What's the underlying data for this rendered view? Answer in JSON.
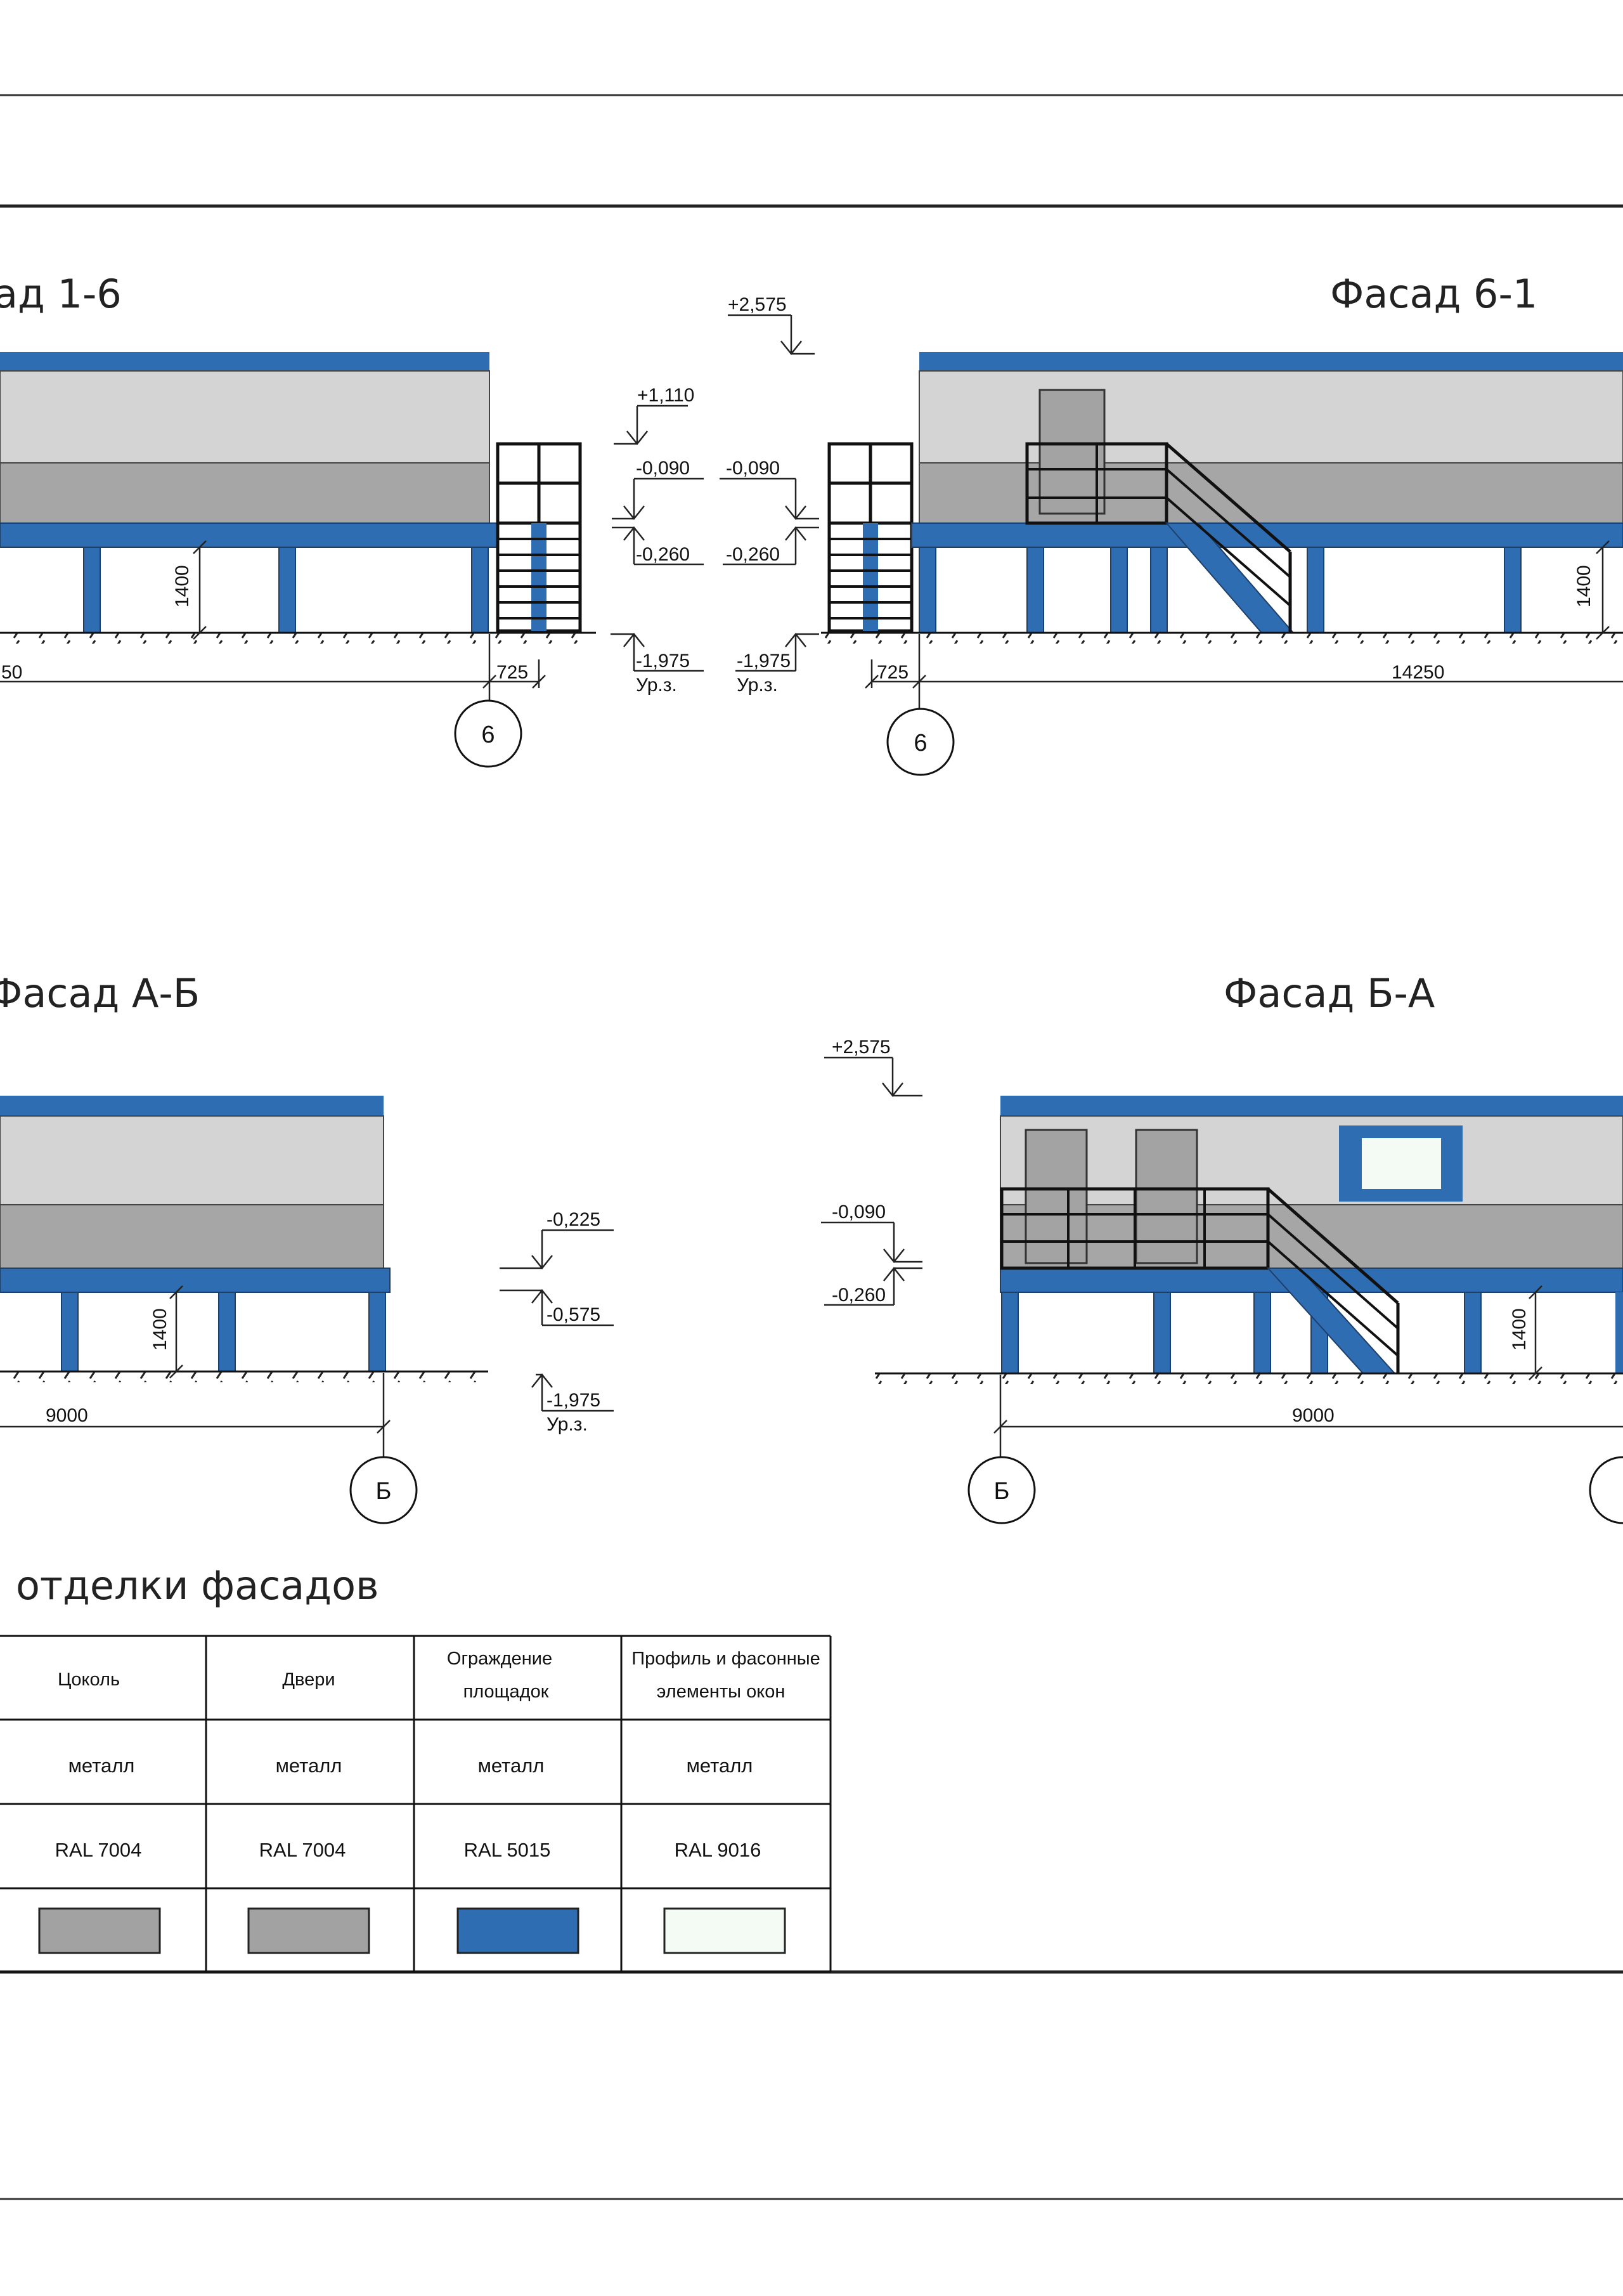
{
  "colors": {
    "roof_band": "#2f6db3",
    "upper_panel": "#d4d4d4",
    "lower_panel": "#a6a6a6",
    "steel": "#2f6db3",
    "door": "#a3a3a3",
    "window_fill": "#f4faf4",
    "swatch_gray": "#a2a2a2",
    "swatch_blue": "#2f6db3",
    "swatch_white": "#f4faf4"
  },
  "views": {
    "v1": {
      "title": "ад 1-6",
      "axis": "6",
      "dim_main": "50",
      "dim_small": "725",
      "height_dim": "1400"
    },
    "v2": {
      "title": "Фасад 6-1",
      "axis": "6",
      "dim_main": "14250",
      "dim_small": "725",
      "height_dim": "1400"
    },
    "v3": {
      "title": "Фасад А-Б",
      "axis": "Б",
      "dim_main": "9000",
      "height_dim": "1400"
    },
    "v4": {
      "title": "Фасад Б-А",
      "axis": "Б",
      "dim_main": "9000",
      "height_dim": "1400"
    }
  },
  "levels_top": {
    "top": "+2,575",
    "l1": "+1,110",
    "l2_left": "-0,090",
    "l2_right": "-0,090",
    "l3_left": "-0,260",
    "l3_right": "-0,260",
    "ground_left": "-1,975",
    "ground_right": "-1,975",
    "ground_sub_left": "Ур.з.",
    "ground_sub_right": "Ур.з."
  },
  "levels_bottom_left": {
    "l1": "-0,225",
    "l2": "-0,575",
    "ground": "-1,975",
    "ground_sub": "Ур.з."
  },
  "levels_bottom_right": {
    "top": "+2,575",
    "l1": "-0,090",
    "l2": "-0,260"
  },
  "finish_table": {
    "title": "отделки фасадов",
    "columns": [
      {
        "header": [
          "Цоколь"
        ],
        "material": "металл",
        "ral": "RAL 7004",
        "swatch": "gray"
      },
      {
        "header": [
          "Двери"
        ],
        "material": "металл",
        "ral": "RAL 7004",
        "swatch": "gray"
      },
      {
        "header": [
          "Ограждение",
          "площадок"
        ],
        "material": "металл",
        "ral": "RAL 5015",
        "swatch": "blue"
      },
      {
        "header": [
          "Профиль и фасонные",
          "элементы окон"
        ],
        "material": "металл",
        "ral": "RAL 9016",
        "swatch": "white"
      }
    ]
  }
}
